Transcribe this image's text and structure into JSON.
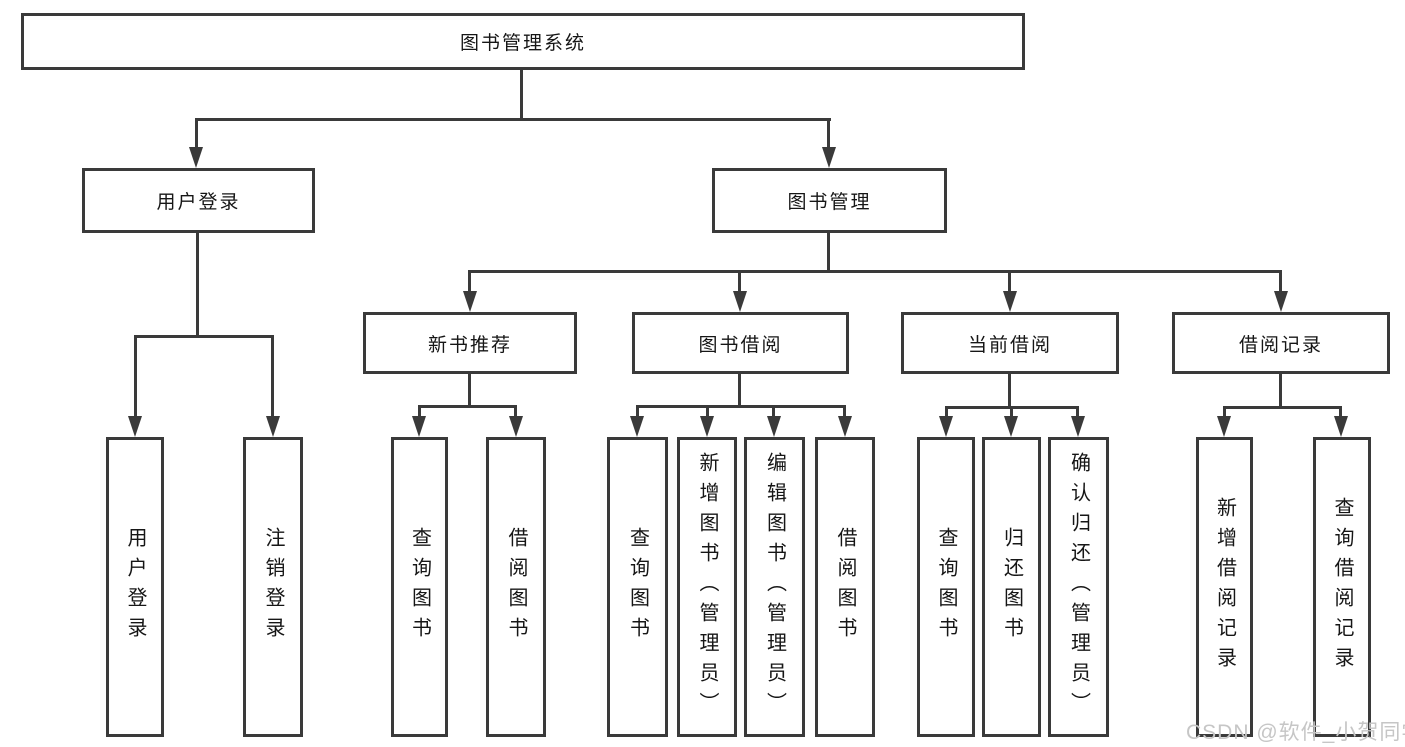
{
  "colors": {
    "line": "#3a3a3a",
    "text": "#161616",
    "background": "#ffffff",
    "watermark": "#c6c6c6"
  },
  "tree": {
    "root": {
      "label": "图书管理系统"
    },
    "children": [
      {
        "label": "用户登录",
        "children": [
          {
            "label": "用户登录"
          },
          {
            "label": "注销登录"
          }
        ]
      },
      {
        "label": "图书管理",
        "children": [
          {
            "label": "新书推荐",
            "children": [
              {
                "label": "查询图书"
              },
              {
                "label": "借阅图书"
              }
            ]
          },
          {
            "label": "图书借阅",
            "children": [
              {
                "label": "查询图书"
              },
              {
                "label": "新增图书（管理员）"
              },
              {
                "label": "编辑图书（管理员）"
              },
              {
                "label": "借阅图书"
              }
            ]
          },
          {
            "label": "当前借阅",
            "children": [
              {
                "label": "查询图书"
              },
              {
                "label": "归还图书"
              },
              {
                "label": "确认归还（管理员）"
              }
            ]
          },
          {
            "label": "借阅记录",
            "children": [
              {
                "label": "新增借阅记录"
              },
              {
                "label": "查询借阅记录"
              }
            ]
          }
        ]
      }
    ]
  },
  "watermark": {
    "text": "CSDN @软件_小贺同学"
  }
}
